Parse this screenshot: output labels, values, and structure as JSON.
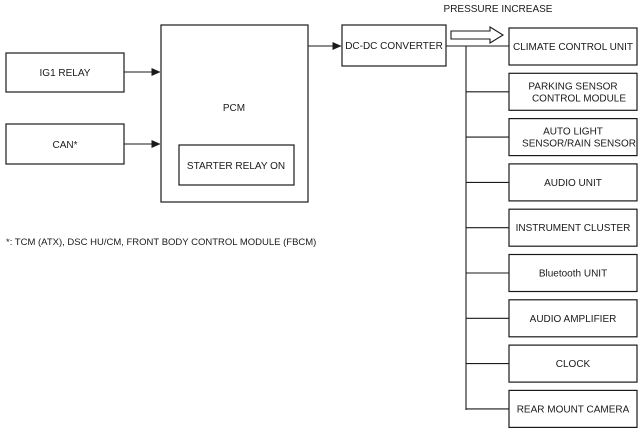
{
  "pressure_label": "PRESSURE INCREASE",
  "inputs": [
    {
      "label": "IG1 RELAY"
    },
    {
      "label": "CAN*"
    }
  ],
  "pcm": {
    "label": "PCM",
    "starter_relay": "STARTER RELAY ON"
  },
  "converter": {
    "label": "DC-DC CONVERTER"
  },
  "footnote": "*: TCM (ATX), DSC HU/CM, FRONT BODY CONTROL MODULE (FBCM)",
  "outputs": [
    {
      "lines": [
        "CLIMATE CONTROL UNIT"
      ]
    },
    {
      "lines": [
        "PARKING SENSOR",
        "CONTROL MODULE"
      ]
    },
    {
      "lines": [
        "AUTO LIGHT",
        "SENSOR/RAIN SENSOR"
      ]
    },
    {
      "lines": [
        "AUDIO UNIT"
      ]
    },
    {
      "lines": [
        "INSTRUMENT CLUSTER"
      ]
    },
    {
      "lines": [
        "Bluetooth UNIT"
      ]
    },
    {
      "lines": [
        "AUDIO AMPLIFIER"
      ]
    },
    {
      "lines": [
        "CLOCK"
      ]
    },
    {
      "lines": [
        "REAR MOUNT CAMERA"
      ]
    }
  ]
}
